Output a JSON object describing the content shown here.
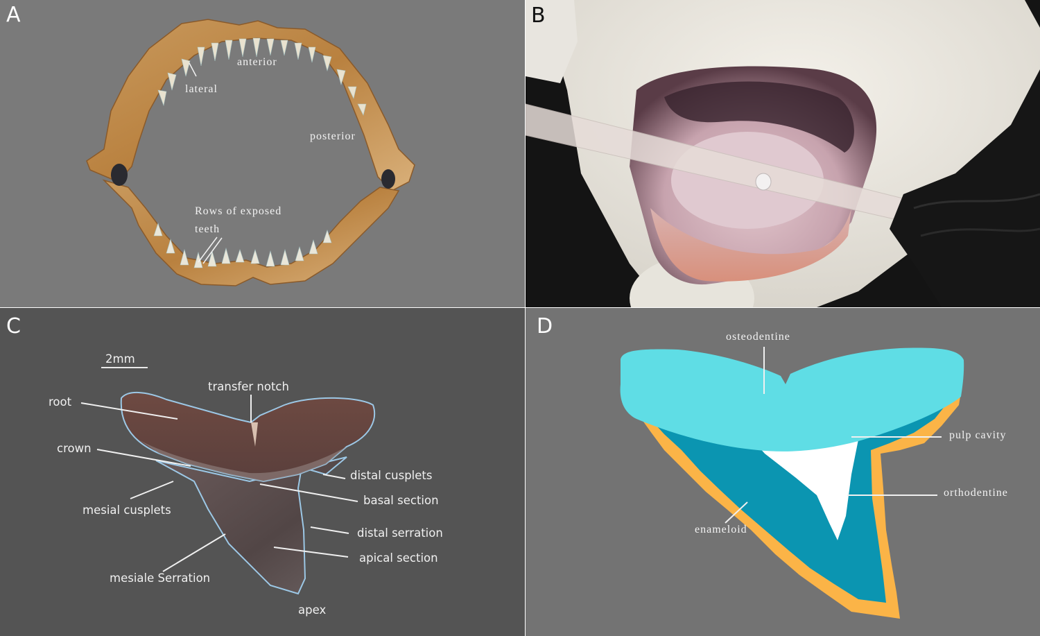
{
  "figure": {
    "panels": [
      {
        "id": "A",
        "letter": "A",
        "description": "Shark jaw specimen, front view",
        "background": "#7a7a7a",
        "labels": {
          "anterior": "anterior",
          "lateral": "lateral",
          "posterior": "posterior",
          "rows_line1": "Rows of exposed",
          "rows_line2": "teeth"
        }
      },
      {
        "id": "B",
        "letter": "B",
        "description": "Model shark mouth with transparent tube, held by black-gloved hand"
      },
      {
        "id": "C",
        "letter": "C",
        "description": "Photograph of a single shark tooth with anatomical labels",
        "background": "#545454",
        "scale_bar": "2mm",
        "labels": {
          "root": "root",
          "transfer_notch": "transfer notch",
          "crown": "crown",
          "mesial_cusplets": "mesial cusplets",
          "distal_cusplets": "distal cusplets",
          "basal_section": "basal section",
          "distal_serration": "distal serration",
          "apical_section": "apical section",
          "mesiale_serration": "mesiale Serration",
          "apex": "apex"
        }
      },
      {
        "id": "D",
        "letter": "D",
        "description": "Schematic cross-section of a shark tooth showing tissue layers",
        "background": "#737373",
        "labels": {
          "osteodentine": "osteodentine",
          "pulp_cavity": "pulp cavity",
          "orthodentine": "orthodentine",
          "enameloid": "enameloid"
        },
        "colors": {
          "osteodentine": "#5fdde5",
          "orthodentine": "#0b95b1",
          "pulp_cavity": "#ffffff",
          "enameloid": "#fbb447"
        }
      }
    ]
  }
}
